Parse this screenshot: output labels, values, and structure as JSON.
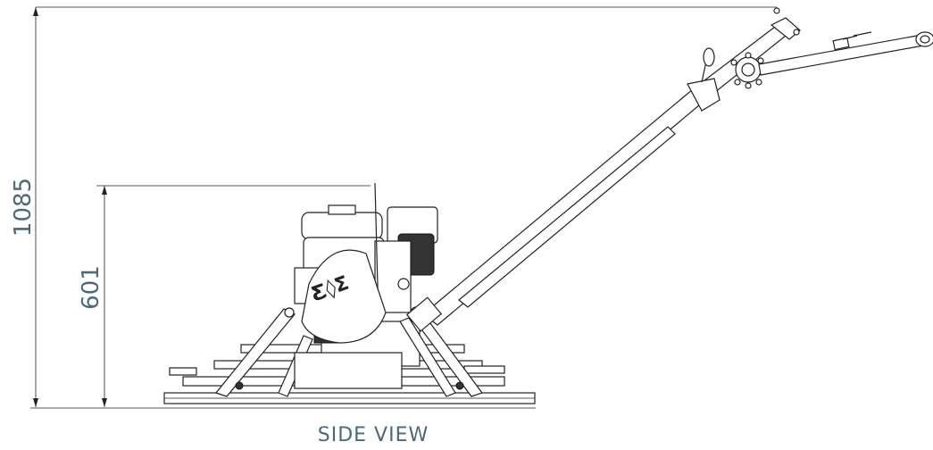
{
  "dimensions": {
    "overall_height": "1085",
    "engine_height": "601"
  },
  "caption": "SIDE VIEW",
  "colors": {
    "dimension_text": "#4a6a7c",
    "line": "#222222",
    "background": "#ffffff"
  }
}
